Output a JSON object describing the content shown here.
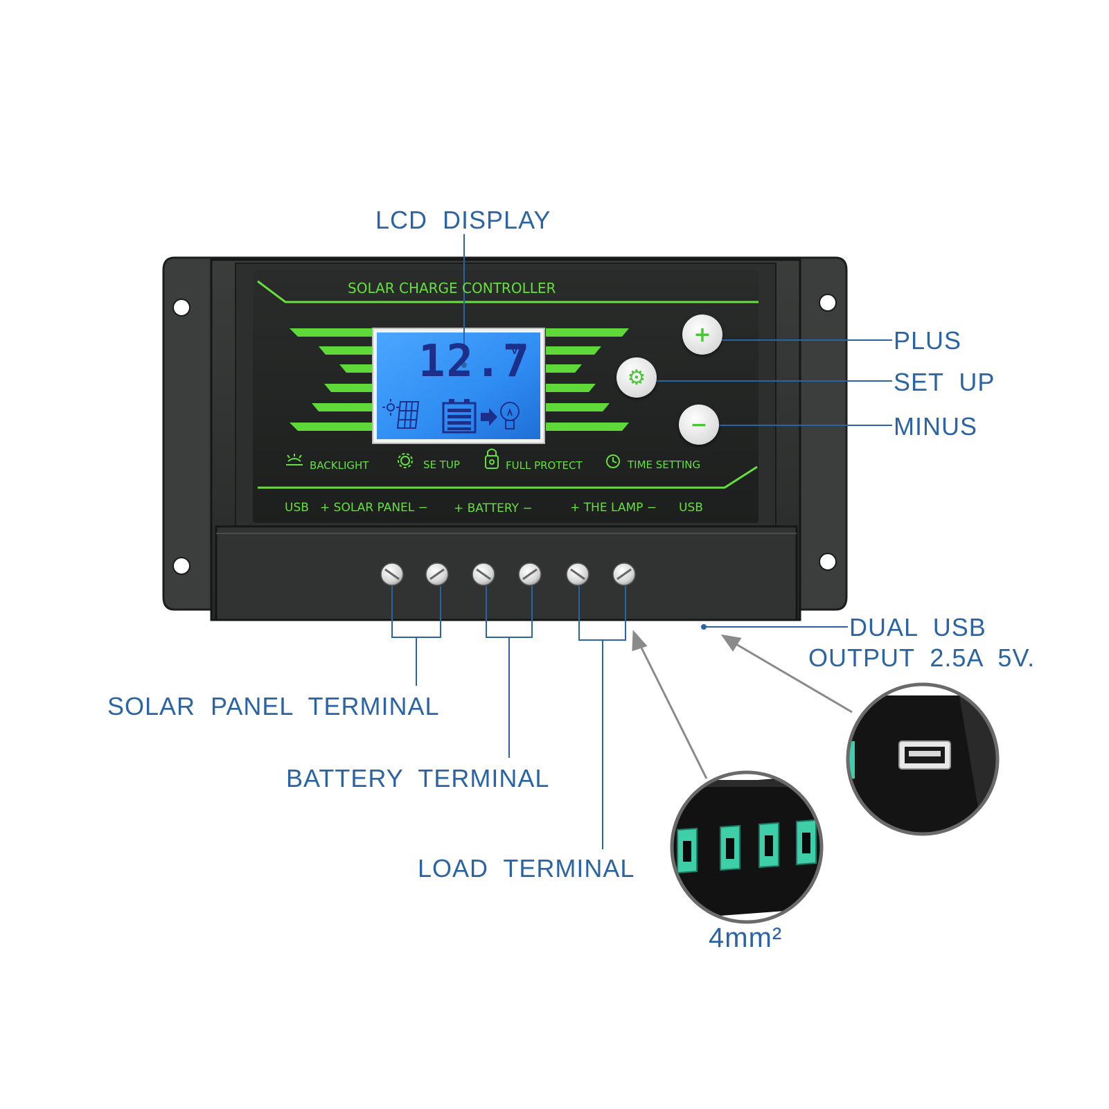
{
  "device": {
    "title": "SOLAR CHARGE CONTROLLER",
    "lcd": {
      "value": "12.7",
      "unit": "V"
    },
    "functions": [
      {
        "icon": "backlight-icon",
        "label": "BACKLIGHT"
      },
      {
        "icon": "gear-icon",
        "label": "SE TUP"
      },
      {
        "icon": "shield-icon",
        "label": "FULL PROTECT"
      },
      {
        "icon": "clock-icon",
        "label": "TIME SETTING"
      }
    ],
    "ports": {
      "usb_left": "USB",
      "solar_panel": "+ SOLAR PANEL −",
      "battery": "+ BATTERY −",
      "lamp": "+ THE LAMP −",
      "usb_right": "USB"
    },
    "buttons": {
      "plus": "+",
      "setup": "gear-icon",
      "minus": "−"
    }
  },
  "callouts": {
    "lcd_display": "LCD  DISPLAY",
    "plus": "PLUS",
    "set_up": "SET  UP",
    "minus": "MINUS",
    "dual_usb_line1": "DUAL  USB",
    "dual_usb_line2": "OUTPUT  2.5A  5V.",
    "solar_panel_terminal": "SOLAR  PANEL  TERMINAL",
    "battery_terminal": "BATTERY  TERMINAL",
    "load_terminal": "LOAD  TERMINAL",
    "wire_size": "4mm²"
  },
  "colors": {
    "callout_text": "#2a64a4",
    "accent_green": "#66e03c",
    "lcd_backlight": "#2f8cf2",
    "housing": "#2f3230",
    "leader_gray": "#8a8a8a"
  }
}
